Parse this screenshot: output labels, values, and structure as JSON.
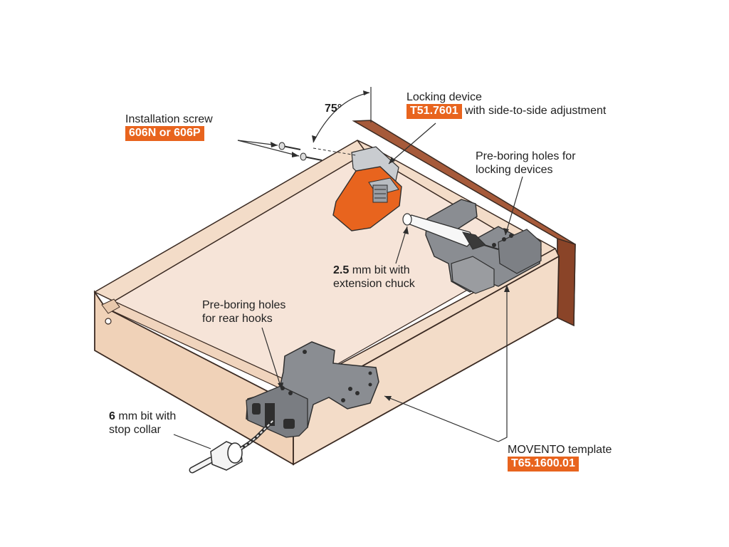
{
  "angle_label": "75°",
  "installation_screw": {
    "label": "Installation screw",
    "part_number": "606N or 606P"
  },
  "locking_device": {
    "label": "Locking device",
    "part_number": "T51.7601",
    "suffix": "with side-to-side adjustment"
  },
  "preboring_locking": {
    "line1": "Pre-boring holes for",
    "line2": "locking devices"
  },
  "bit_25": {
    "size": "2.5",
    "line1_rest": "mm bit with",
    "line2": "extension chuck"
  },
  "preboring_rear": {
    "line1": "Pre-boring holes",
    "line2": "for rear hooks"
  },
  "bit_6": {
    "size": "6",
    "line1_rest": "mm bit with",
    "line2": "stop collar"
  },
  "movento_template": {
    "label": "MOVENTO template",
    "part_number": "T65.1600.01"
  },
  "colors": {
    "accent": "#e8641e",
    "drawer_wood": "#f3dcc8",
    "drawer_bottom": "#f6e4d8",
    "cabinet_back": "#a65a3a",
    "template_gray": "#8a8d92"
  }
}
